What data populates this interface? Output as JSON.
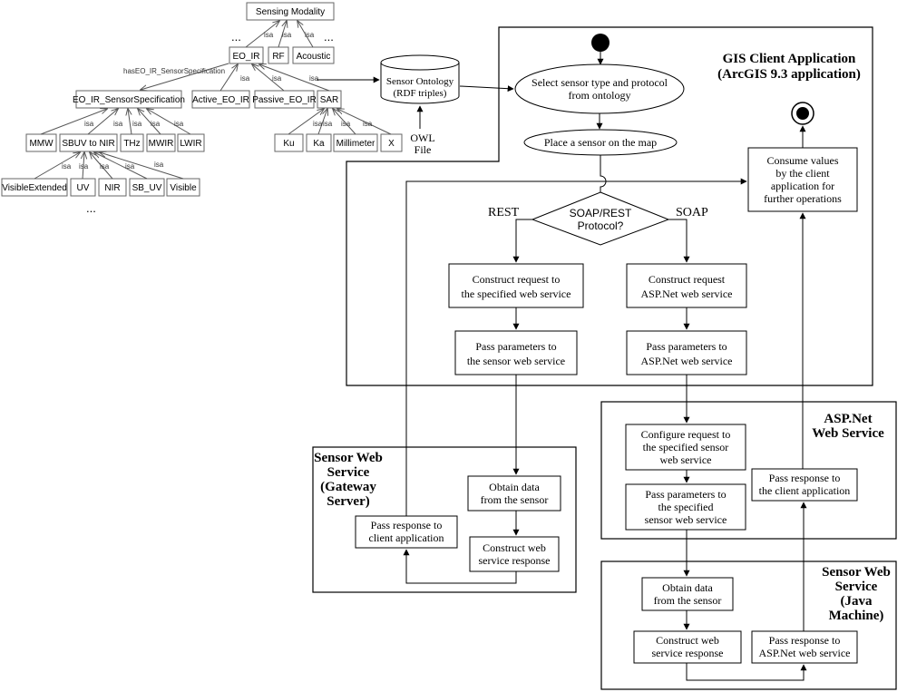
{
  "ontology": {
    "nodes": {
      "sensing_modality": "Sensing Modality",
      "eo_ir": "EO_IR",
      "rf": "RF",
      "acoustic": "Acoustic",
      "eo_ir_spec": "EO_IR_SensorSpecification",
      "active_eo_ir": "Active_EO_IR",
      "passive_eo_ir": "Passive_EO_IR",
      "sar": "SAR",
      "mmw": "MMW",
      "sbuv_nir": "SBUV to NIR",
      "thz": "THz",
      "mwir": "MWIR",
      "lwir": "LWIR",
      "ku": "Ku",
      "ka": "Ka",
      "millimeter": "Millimeter",
      "x": "X",
      "visible_extended": "VisibleExtended",
      "uv": "UV",
      "nir": "NIR",
      "sb_uv": "SB_UV",
      "visible": "Visible"
    },
    "isa_label": "isa",
    "has_spec_label": "hasEO_IR_SensorSpecification",
    "ellipsis": "..."
  },
  "sensor_ontology": {
    "line1": "Sensor Ontology",
    "line2": "(RDF triples)"
  },
  "owl_file": {
    "line1": "OWL",
    "line2": "File"
  },
  "gis": {
    "title_line1": "GIS Client Application",
    "title_line2": "(ArcGIS 9.3 application)",
    "select_line1": "Select sensor type and protocol",
    "select_line2": "from ontology",
    "place": "Place a sensor on the map",
    "decision_line1": "SOAP/REST",
    "decision_line2": "Protocol?",
    "rest_label": "REST",
    "soap_label": "SOAP",
    "rest_construct_line1": "Construct request to",
    "rest_construct_line2": "the specified web service",
    "soap_construct_line1": "Construct request",
    "soap_construct_line2": "ASP.Net web service",
    "rest_pass_line1": "Pass parameters to",
    "rest_pass_line2": "the sensor web service",
    "soap_pass_line1": "Pass parameters to",
    "soap_pass_line2": "ASP.Net web service",
    "consume_line1": "Consume values",
    "consume_line2": "by the client",
    "consume_line3": "application for",
    "consume_line4": "further operations"
  },
  "gateway": {
    "title_line1": "Sensor Web",
    "title_line2": "Service",
    "title_line3": "(Gateway",
    "title_line4": "Server)",
    "obtain_line1": "Obtain data",
    "obtain_line2": "from the sensor",
    "construct_line1": "Construct web",
    "construct_line2": "service response",
    "pass_line1": "Pass response to",
    "pass_line2": "client application"
  },
  "aspnet": {
    "title_line1": "ASP.Net",
    "title_line2": "Web Service",
    "configure_line1": "Configure request to",
    "configure_line2": "the specified sensor",
    "configure_line3": "web service",
    "pass_line1": "Pass parameters to",
    "pass_line2": "the specified",
    "pass_line3": "sensor web service",
    "response_line1": "Pass response to",
    "response_line2": "the client application"
  },
  "java": {
    "title_line1": "Sensor Web",
    "title_line2": "Service",
    "title_line3": "(Java",
    "title_line4": "Machine)",
    "obtain_line1": "Obtain data",
    "obtain_line2": "from the sensor",
    "construct_line1": "Construct web",
    "construct_line2": "service response",
    "pass_line1": "Pass response to",
    "pass_line2": "ASP.Net web service"
  }
}
